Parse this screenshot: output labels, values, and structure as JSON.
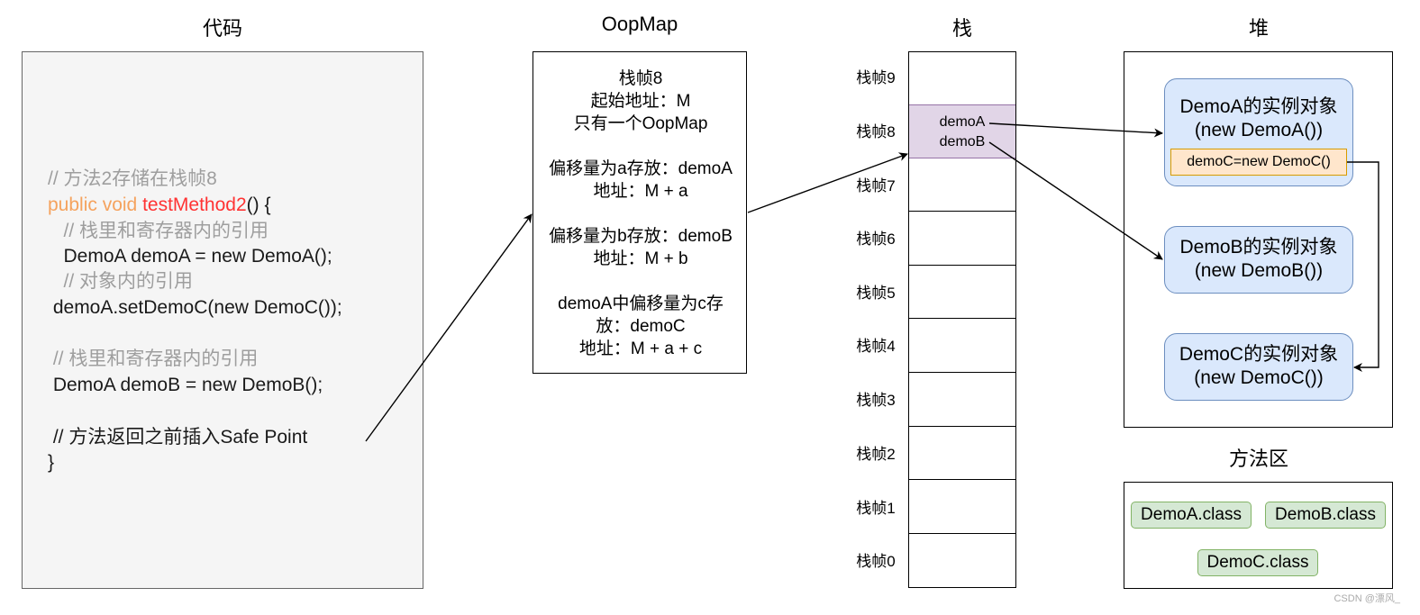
{
  "headers": {
    "code": "代码",
    "oopmap": "OopMap",
    "stack": "栈",
    "heap": "堆",
    "method_area": "方法区"
  },
  "code_lines": [
    {
      "parts": [
        {
          "text": "// 方法2存储在栈帧8",
          "cls": "c-gray"
        }
      ]
    },
    {
      "parts": [
        {
          "text": "public void ",
          "cls": "c-orange"
        },
        {
          "text": "testMethod2",
          "cls": "c-red"
        },
        {
          "text": "() {",
          "cls": "c-black"
        }
      ]
    },
    {
      "parts": [
        {
          "text": "   // 栈里和寄存器内的引用",
          "cls": "c-gray"
        }
      ]
    },
    {
      "parts": [
        {
          "text": "   DemoA demoA = new DemoA();",
          "cls": "c-black"
        }
      ]
    },
    {
      "parts": [
        {
          "text": "   // 对象内的引用",
          "cls": "c-gray"
        }
      ]
    },
    {
      "parts": [
        {
          "text": " demoA.setDemoC(new DemoC());",
          "cls": "c-black"
        }
      ]
    },
    {
      "parts": [
        {
          "text": "",
          "cls": "c-black"
        }
      ]
    },
    {
      "parts": [
        {
          "text": " // 栈里和寄存器内的引用",
          "cls": "c-gray"
        }
      ]
    },
    {
      "parts": [
        {
          "text": " DemoA demoB = new DemoB();",
          "cls": "c-black"
        }
      ]
    },
    {
      "parts": [
        {
          "text": "",
          "cls": "c-black"
        }
      ]
    },
    {
      "parts": [
        {
          "text": " // 方法返回之前插入Safe Point",
          "cls": "c-black"
        }
      ]
    },
    {
      "parts": [
        {
          "text": "}",
          "cls": "c-black"
        }
      ]
    }
  ],
  "oopmap_lines": [
    "栈帧8",
    "起始地址：M",
    "只有一个OopMap",
    "",
    "偏移量为a存放：demoA",
    "地址：M + a",
    "",
    "偏移量为b存放：demoB",
    "地址：M + b",
    "",
    "demoA中偏移量为c存",
    "放：demoC",
    "地址：M + a + c"
  ],
  "stack_frames": [
    "栈帧9",
    "栈帧8",
    "栈帧7",
    "栈帧6",
    "栈帧5",
    "栈帧4",
    "栈帧3",
    "栈帧2",
    "栈帧1",
    "栈帧0"
  ],
  "frame8_refs": [
    "demoA",
    "demoB"
  ],
  "heap_objects": [
    {
      "line1": "DemoA的实例对象",
      "line2": "(new DemoA())",
      "field": "demoC=new DemoC()"
    },
    {
      "line1": "DemoB的实例对象",
      "line2": "(new DemoB())"
    },
    {
      "line1": "DemoC的实例对象",
      "line2": "(new DemoC())"
    }
  ],
  "method_area_classes": [
    "DemoA.class",
    "DemoB.class",
    "DemoC.class"
  ],
  "watermark": "CSDN @漂风_",
  "colors": {
    "code_bg": "#f5f5f5",
    "frame_highlight": "#e1d5e7",
    "heap_object": "#dae8fc",
    "field_box": "#ffe6cc",
    "class_box": "#d5e8d4"
  }
}
